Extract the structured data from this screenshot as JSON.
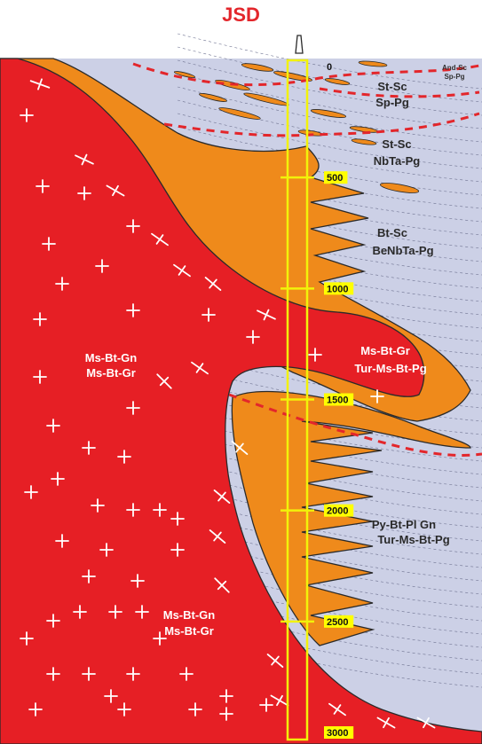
{
  "drill_site": "JSD",
  "colors": {
    "granite_red": "#e61f25",
    "pegmatite_orange": "#ef8a1b",
    "schist_lavender": "#ccd0e6",
    "borehole_yellow": "#f2f20a",
    "depth_label_bg": "#ffff00",
    "boundary_dash": "#e3262b",
    "title_red": "#e3262b"
  },
  "depth_ticks": [
    "0",
    "500",
    "1000",
    "1500",
    "2000",
    "2500",
    "3000"
  ],
  "zones": {
    "and_sc": {
      "line1": "And-Sc",
      "line2": "Sp-Pg"
    },
    "st_sc_sp": {
      "line1": "St-Sc",
      "line2": "Sp-Pg"
    },
    "st_sc_nbta": {
      "line1": "St-Sc",
      "line2": "NbTa-Pg"
    },
    "bt_sc": {
      "line1": "Bt-Sc",
      "line2": "BeNbTa-Pg"
    },
    "ms_bt_gr_tur": {
      "line1": "Ms-Bt-Gr",
      "line2": "Tur-Ms-Bt-Pg"
    },
    "py_bt_pl": {
      "line1": "Py-Bt-Pl Gn",
      "line2": "Tur-Ms-Bt-Pg"
    },
    "left_gneiss": {
      "line1": "Ms-Bt-Gn",
      "line2": "Ms-Bt-Gr"
    },
    "lower_gneiss": {
      "line1": "Ms-Bt-Gn",
      "line2": "Ms-Bt-Gr"
    }
  }
}
